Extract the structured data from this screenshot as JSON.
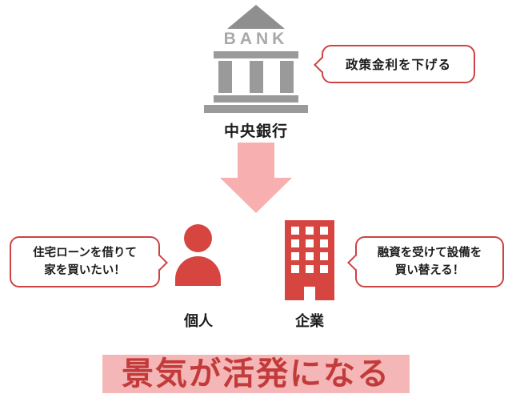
{
  "bank": {
    "sign": "BANK",
    "label": "中央銀行"
  },
  "policy_bubble": {
    "text": "政策金利を下げる"
  },
  "person": {
    "label": "個人",
    "bubble_line1": "住宅ローンを借りて",
    "bubble_line2": "家を買いたい！"
  },
  "company": {
    "label": "企業",
    "bubble_line1": "融資を受けて設備を",
    "bubble_line2": "買い替える！"
  },
  "footer": {
    "text": "景気が活発になる"
  },
  "colors": {
    "icon_red": "#d6453f",
    "bubble_border_red": "#cc4341",
    "arrow_pink": "#f7afaf",
    "band_pink": "#f4b6b6",
    "footer_text_red": "#c23b3a",
    "bank_gray": "#9a9a9a"
  }
}
